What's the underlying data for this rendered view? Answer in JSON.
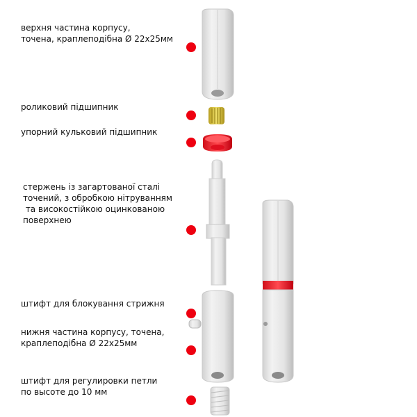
{
  "labels": [
    {
      "lines": [
        "верхня частина корпусу,",
        "точена, краплеподібна Ø 22x25мм"
      ]
    },
    {
      "lines": [
        "роликовий підшипник"
      ]
    },
    {
      "lines": [
        "упорний кульковий підшипник"
      ]
    },
    {
      "lines": [
        "стержень із загартованої сталі",
        "точений, з обробкою нітруванням",
        " та високостійкою оцинкованою",
        "поверхнею"
      ]
    },
    {
      "lines": [
        "штифт для блокування стрижня"
      ]
    },
    {
      "lines": [
        "нижня частина корпусу, точена,",
        "краплеподібна Ø 22x25мм"
      ]
    },
    {
      "lines": [
        "штифт для регулировки петли",
        "по высоте до 10 мм"
      ]
    }
  ],
  "colors": {
    "accent": "#e8000b",
    "body": "#e6e6e6",
    "gold": "#d9c13a",
    "red_part": "#f0222a"
  }
}
